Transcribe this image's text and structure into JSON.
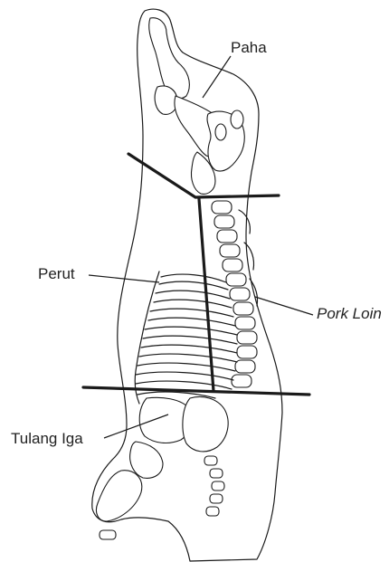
{
  "labels": {
    "paha": "Paha",
    "perut": "Perut",
    "pork_loin": "Pork Loin",
    "tulang_iga": "Tulang Iga"
  }
}
